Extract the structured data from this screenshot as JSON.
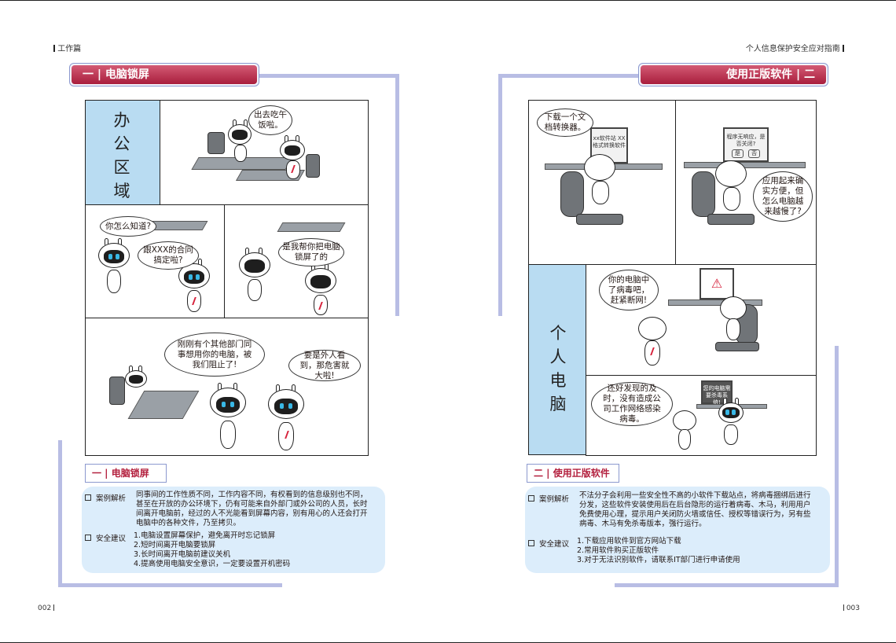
{
  "header": {
    "left_section": "工作篇",
    "right_title": "个人信息保护安全应对指南"
  },
  "footer": {
    "left_page": "002",
    "right_page": "003"
  },
  "left_page": {
    "banner": "一 | 电脑锁屏",
    "comic": {
      "area_title": "办公区域",
      "bubbles": [
        "出去吃午饭啦。",
        "你怎么知道?",
        "跟XXX的合同搞定啦?",
        "是我帮你把电脑锁屏了的",
        "刚刚有个其他部门同事想用你的电脑，被我们阻止了!",
        "要是外人看到，那危害就大啦!"
      ]
    },
    "section_tag": "一 | 电脑锁屏",
    "analysis_label": "案例解析",
    "analysis_text": "同事间的工作性质不同，工作内容不同，有权看到的信息级别也不同，甚至在开放的办公环境下，仍有可能来自外部门或外公司的人员，长时间离开电脑前，经过的人不光能看到屏幕内容，别有用心的人还会打开电脑中的各种文件，乃至拷贝。",
    "advice_label": "安全建议",
    "advice": [
      "1.电脑设置屏幕保护，避免离开时忘记锁屏",
      "2.短时间离开电脑要锁屏",
      "3.长时间离开电脑前建议关机",
      "4.提高使用电脑安全意识，一定要设置开机密码"
    ]
  },
  "right_page": {
    "banner": "使用正版软件 | 二",
    "comic": {
      "area_title": "个人电脑",
      "bubbles": [
        "下载一个文档转换器。",
        "应用起来确实方便，但怎么电脑越来越慢了?",
        "你的电脑中了病毒吧，赶紧断网!",
        "还好发现的及时，没有造成公司工作网络感染病毒。"
      ],
      "screens": [
        "xx软件站 XX格式转换软件",
        "程序无响应，是否关闭?",
        "您的电脑需要杀毒系统!"
      ],
      "screen_buttons": [
        "是",
        "否"
      ]
    },
    "section_tag": "二 | 使用正版软件",
    "analysis_label": "案例解析",
    "analysis_text": "不法分子会利用一些安全性不高的小软件下载站点，将病毒捆绑后进行分发，这些软件安装使用后在后台隐形的运行着病毒、木马，利用用户免费使用心理，提示用户关闭防火墙或信任、授权等错误行为，另有些病毒、木马有免杀毒版本，强行运行。",
    "advice_label": "安全建议",
    "advice": [
      "1.下载应用软件到官方网站下载",
      "2.常用软件购买正版软件",
      "3.对于无法识别软件，请联系IT部门进行申请使用"
    ]
  },
  "colors": {
    "banner_red": "#b3203e",
    "panel_blue": "#b9dcf2",
    "info_blue": "#dcedfb",
    "deco_lavender": "#b8bde4"
  }
}
